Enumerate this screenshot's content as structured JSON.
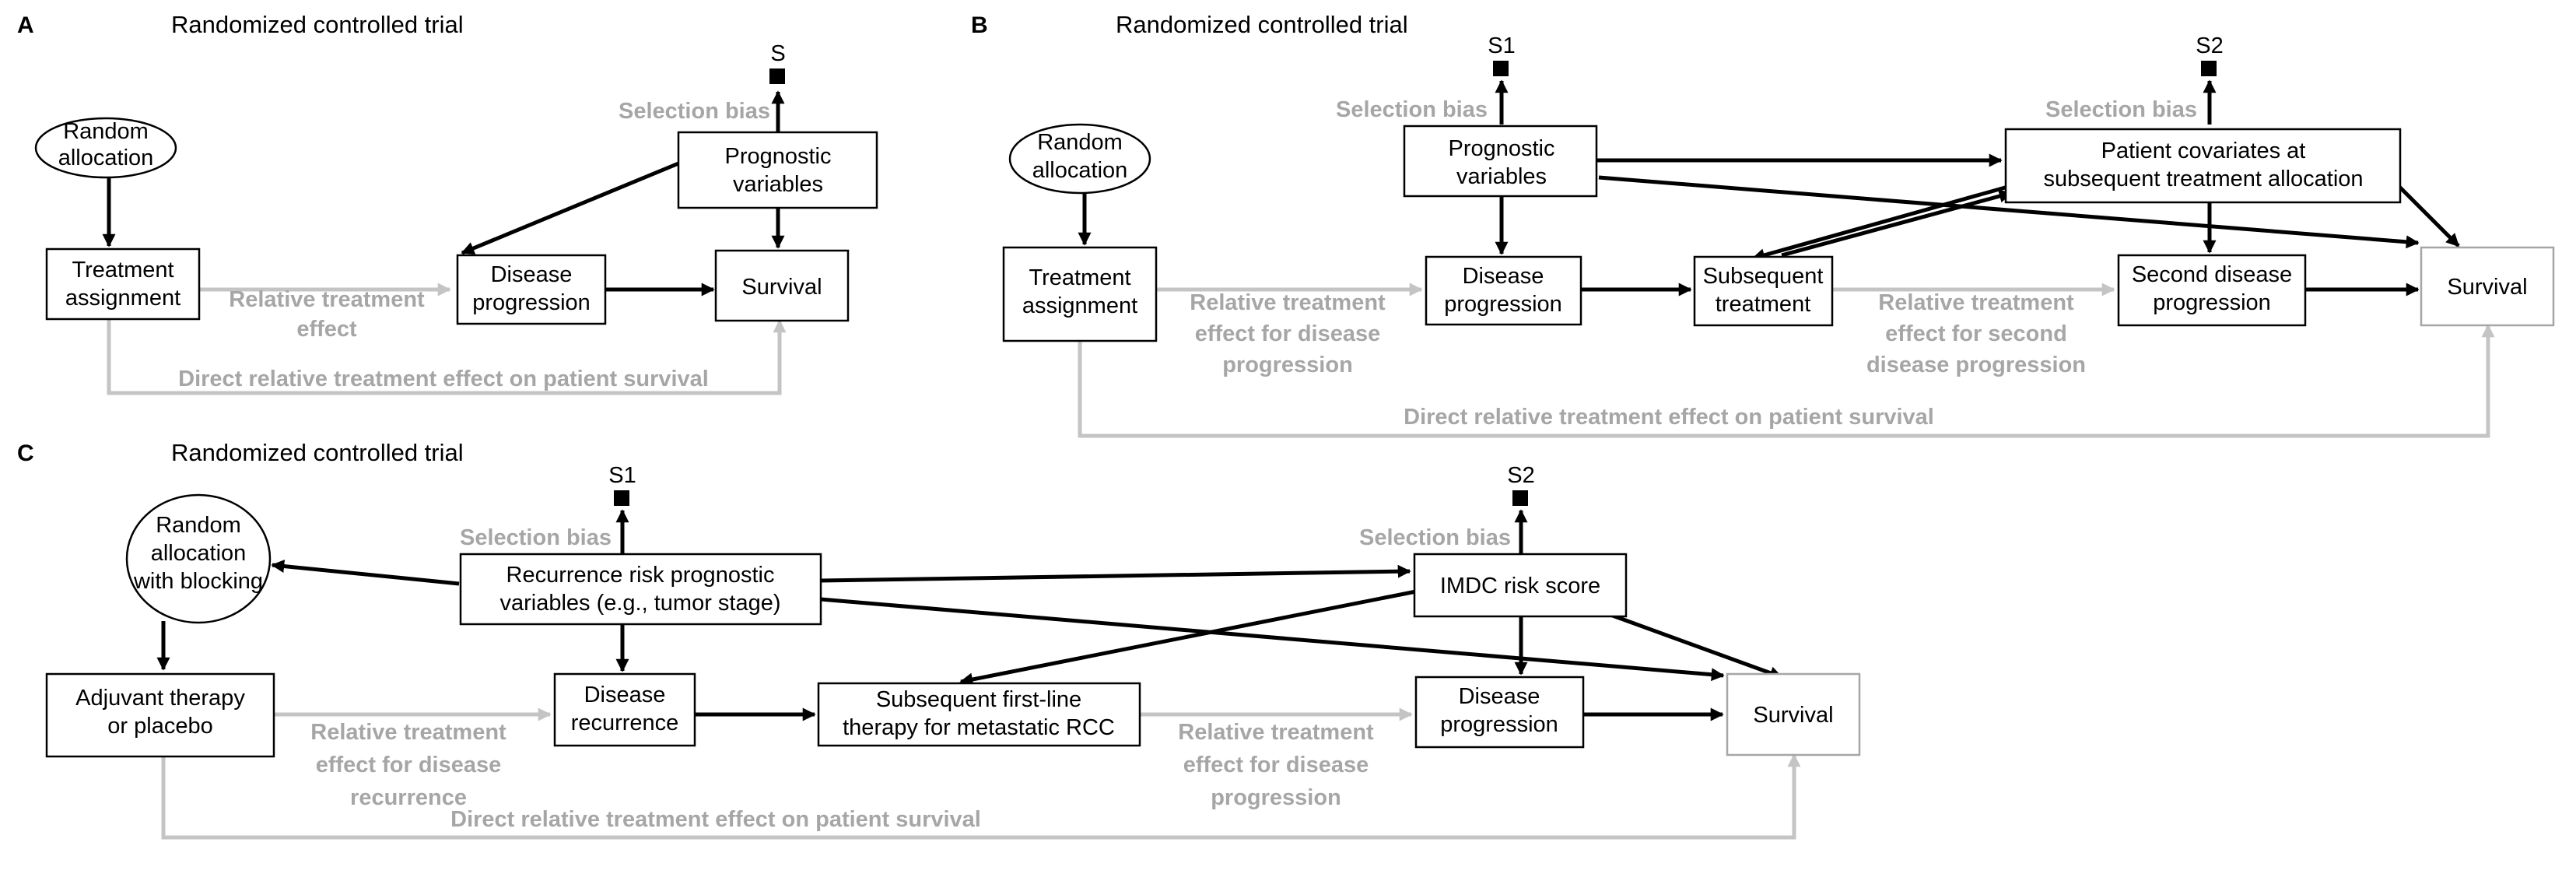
{
  "colors": {
    "black": "#000000",
    "gray_edge": "#c4c4c4",
    "gray_text": "#a6a6a6"
  },
  "panels": {
    "A": {
      "letter": "A",
      "title": "Randomized controlled trial"
    },
    "B": {
      "letter": "B",
      "title": "Randomized controlled trial"
    },
    "C": {
      "letter": "C",
      "title": "Randomized controlled trial"
    }
  },
  "nodes": {
    "a_random": [
      "Random",
      "allocation"
    ],
    "a_treat": [
      "Treatment",
      "assignment"
    ],
    "a_prog": [
      "Prognostic",
      "variables"
    ],
    "a_disease": [
      "Disease",
      "progression"
    ],
    "a_surv": [
      "Survival"
    ],
    "b_random": [
      "Random",
      "allocation"
    ],
    "b_treat": [
      "Treatment",
      "assignment"
    ],
    "b_prog": [
      "Prognostic",
      "variables"
    ],
    "b_disease": [
      "Disease",
      "progression"
    ],
    "b_subseq": [
      "Subsequent",
      "treatment"
    ],
    "b_patient": [
      "Patient covariates at",
      "subsequent treatment allocation"
    ],
    "b_second": [
      "Second disease",
      "progression"
    ],
    "b_surv": [
      "Survival"
    ],
    "c_random": [
      "Random",
      "allocation",
      "with blocking"
    ],
    "c_adj": [
      "Adjuvant therapy",
      "or placebo"
    ],
    "c_rec_risk": [
      "Recurrence risk prognostic",
      "variables (e.g., tumor stage)"
    ],
    "c_disrec": [
      "Disease",
      "recurrence"
    ],
    "c_subseq": [
      "Subsequent first-line",
      "therapy for metastatic RCC"
    ],
    "c_imdc": [
      "IMDC risk score"
    ],
    "c_disprog": [
      "Disease",
      "progression"
    ],
    "c_surv": [
      "Survival"
    ]
  },
  "edge_labels": {
    "a_rel": [
      "Relative treatment",
      "effect"
    ],
    "a_direct": [
      "Direct relative treatment effect on patient survival"
    ],
    "b_rel1": [
      "Relative treatment",
      "effect for disease",
      "progression"
    ],
    "b_rel2": [
      "Relative treatment",
      "effect for second",
      "disease progression"
    ],
    "b_direct": [
      "Direct relative treatment effect on patient survival"
    ],
    "c_rel1": [
      "Relative treatment",
      "effect for disease",
      "recurrence"
    ],
    "c_rel2": [
      "Relative treatment",
      "effect for disease",
      "progression"
    ],
    "c_direct": [
      "Direct relative treatment effect on patient survival"
    ]
  },
  "selection": {
    "bias_label": "Selection bias",
    "a_s": "S",
    "b_s1": "S1",
    "b_s2": "S2",
    "c_s1": "S1",
    "c_s2": "S2"
  }
}
